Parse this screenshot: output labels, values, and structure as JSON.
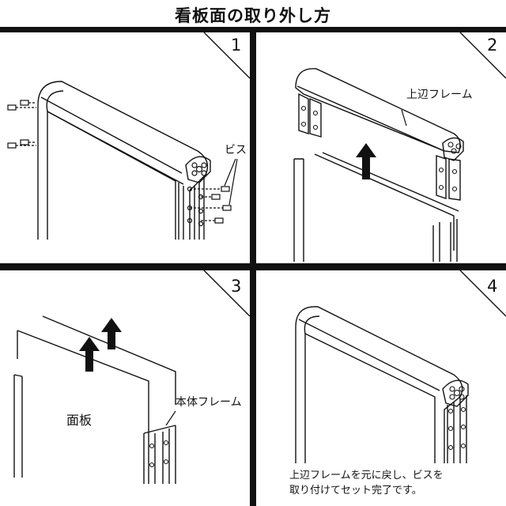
{
  "title": "看板面の取り外し方",
  "steps": [
    {
      "number": "1",
      "labels": {
        "screws": "ビス"
      }
    },
    {
      "number": "2",
      "labels": {
        "top_frame": "上辺フレーム"
      }
    },
    {
      "number": "3",
      "labels": {
        "body_frame": "本体フレーム",
        "panel": "面板"
      }
    },
    {
      "number": "4",
      "captions": [
        "上辺フレームを元に戻し、ビスを",
        "取り付けてセット完了です。"
      ]
    }
  ],
  "colors": {
    "line": "#111111",
    "frame_fill": "#ffffff",
    "arrow": "#111111"
  }
}
